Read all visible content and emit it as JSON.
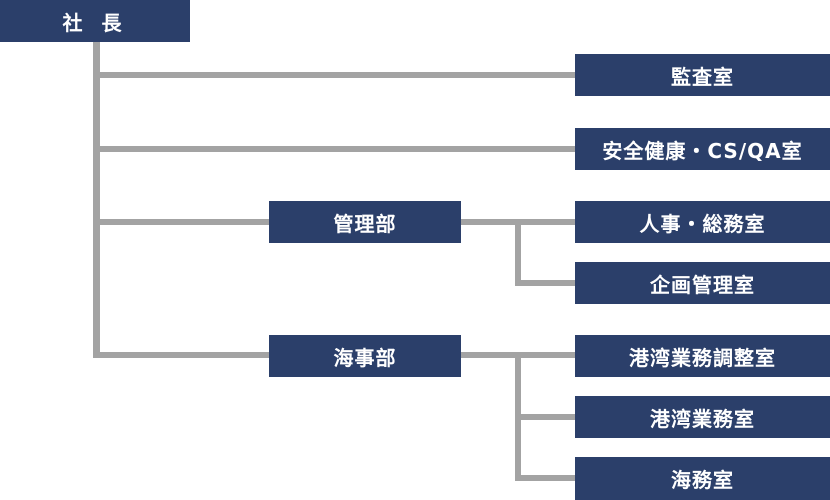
{
  "org_chart": {
    "root": {
      "label": "社 長"
    },
    "audit": {
      "label": "監査室"
    },
    "safety": {
      "label": "安全健康・CS/QA室"
    },
    "management": {
      "label": "管理部",
      "children": [
        {
          "label": "人事・総務室"
        },
        {
          "label": "企画管理室"
        }
      ]
    },
    "marine": {
      "label": "海事部",
      "children": [
        {
          "label": "港湾業務調整室"
        },
        {
          "label": "港湾業務室"
        },
        {
          "label": "海務室"
        }
      ]
    },
    "colors": {
      "box_fill": "#2b3f6a",
      "box_text": "#ffffff",
      "connector": "#a3a3a3"
    }
  }
}
